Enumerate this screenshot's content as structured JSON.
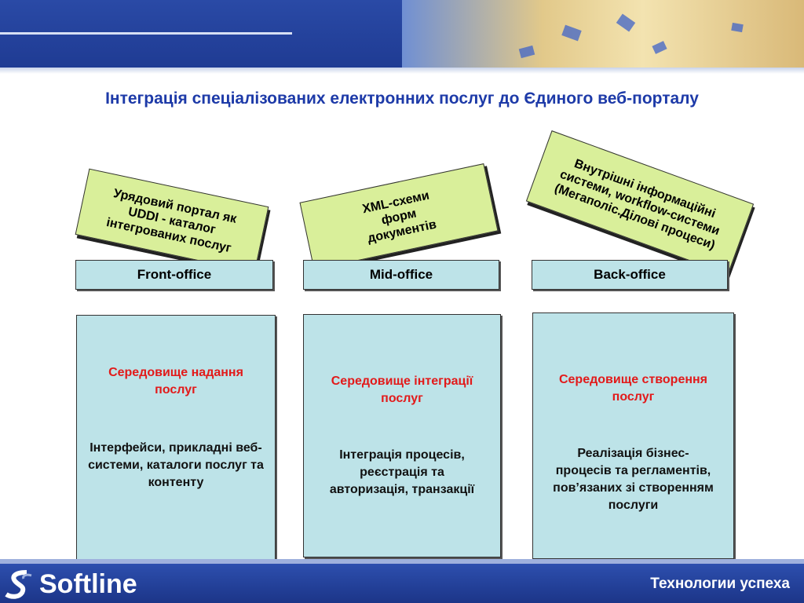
{
  "title": "Інтеграція спеціалізованих електронних послуг до Єдиного веб-порталу",
  "tilted_labels": [
    {
      "id": "uddi",
      "text": "Урядовий портал як UDDI - каталог інтегрованих послуг"
    },
    {
      "id": "xml",
      "text": "XML-схеми форм документів"
    },
    {
      "id": "internal",
      "text": "Внутрішні інформаційні системи, workflow-системи (Мегаполіс.Ділові процеси)"
    }
  ],
  "offices": [
    "Front-office",
    "Mid-office",
    "Back-office"
  ],
  "panels": [
    {
      "head": "Середовище надання послуг",
      "body": "Інтерфейси, прикладні веб-системи, каталоги послуг та контенту"
    },
    {
      "head": "Середовище інтеграції послуг",
      "body": "Інтеграція процесів, реєстрація та авторизація, транзакції"
    },
    {
      "head": "Середовище створення послуг",
      "body": "Реалізація бізнес-процесів та регламентів, пов’язаних зі створенням послуги"
    }
  ],
  "footer": {
    "logo": "Softline",
    "tagline": "Технологии успеха"
  },
  "colors": {
    "banner": "#1f3b93",
    "title": "#1d3aa8",
    "tilted_fill": "#d9ef9a",
    "panel_fill": "#bde3e8",
    "panel_head": "#e21a1a"
  }
}
